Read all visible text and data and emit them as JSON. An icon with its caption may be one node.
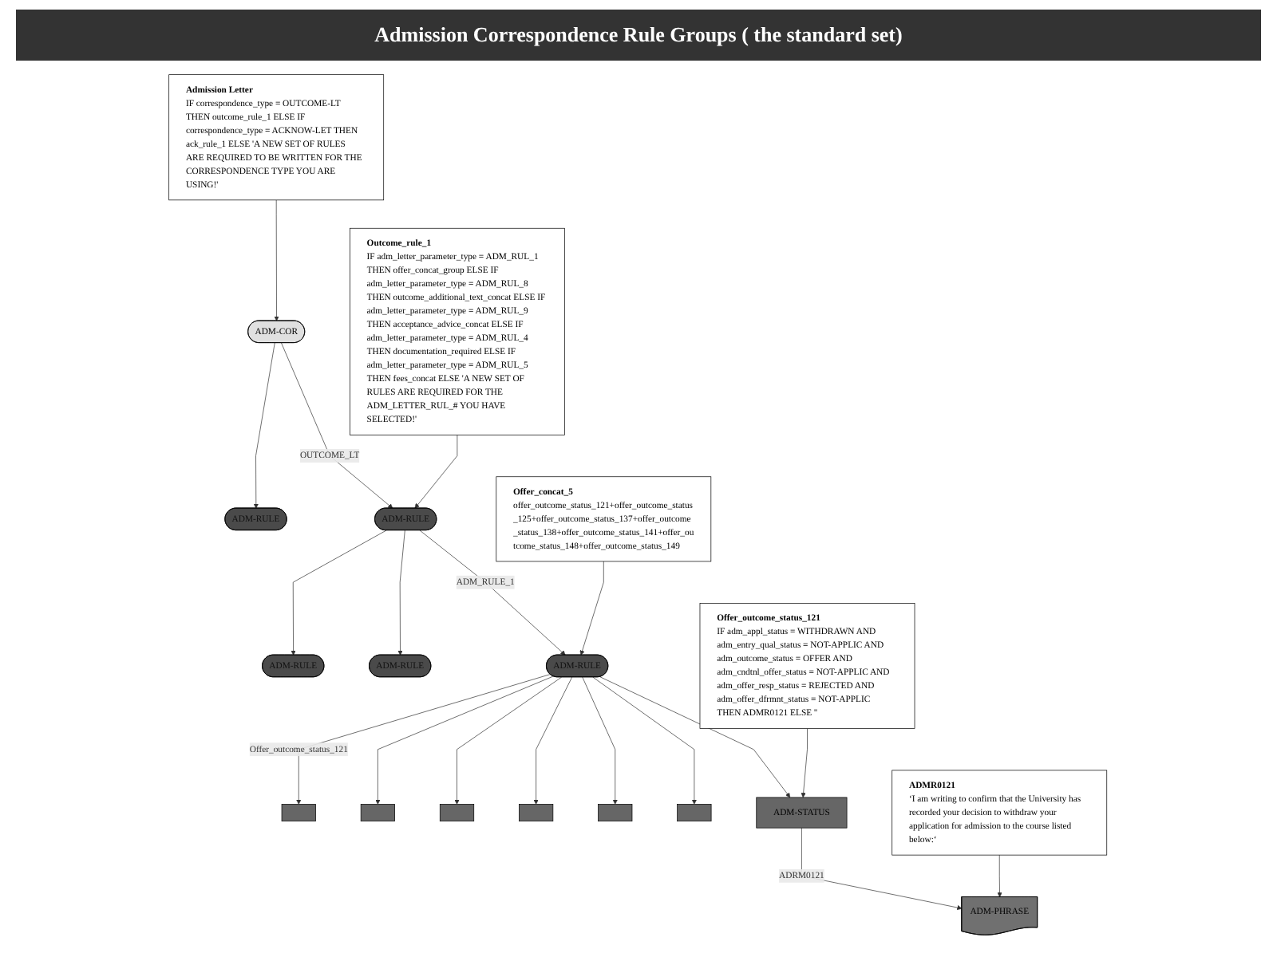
{
  "diagram": {
    "title": "Admission Correspondence Rule Groups ( the standard set)",
    "nodes": [
      {
        "text": [
          "Admission Letter",
          "IF correspondence_type = OUTCOME-LT THEN outcome_rule_1 ELSE IF correspondence_type = ACKNOW-LET THEN ack_rule_1 ELSE 'A NEW SET OF RULES ARE REQUIRED TO BE WRITTEN FOR THE CORRESPONDENCE TYPE YOU ARE USING!'"
        ]
      },
      {
        "text": [
          "ADM-COR"
        ]
      },
      {
        "text": [
          "Outcome_rule_1",
          "IF adm_letter_parameter_type = ADM_RUL_1 THEN offer_concat_group ELSE IF adm_letter_parameter_type = ADM_RUL_8 THEN outcome_additional_text_concat ELSE IF adm_letter_parameter_type = ADM_RUL_9 THEN acceptance_advice_concat ELSE IF adm_letter_parameter_type = ADM_RUL_4 THEN documentation_required ELSE IF adm_letter_parameter_type = ADM_RUL_5 THEN fees_concat ELSE 'A NEW SET OF RULES ARE REQUIRED FOR THE ADM_LETTER_RUL_# YOU HAVE SELECTED!'"
        ]
      },
      {
        "text": [
          "ADM-RULE"
        ]
      },
      {
        "text": [
          "ADM-RULE"
        ]
      },
      {
        "text": [
          "ADM-RULE"
        ]
      },
      {
        "text": [
          "ADM-RULE"
        ]
      },
      {
        "text": [
          "ADM-RULE"
        ]
      },
      {
        "text": [
          "Offer_concat_5",
          "offer_outcome_status_121+offer_outcome_status_125+offer_outcome_status_137+offer_outcome_status_138+offer_outcome_status_141+offer_outcome_status_148+offer_outcome_status_149"
        ]
      },
      {
        "text": [],
        "shape": "box"
      },
      {
        "text": [],
        "shape": "box"
      },
      {
        "text": [],
        "shape": "box"
      },
      {
        "text": [],
        "shape": "box"
      },
      {
        "text": [],
        "shape": "box"
      },
      {
        "text": [],
        "shape": "box"
      },
      {
        "text": [
          "ADM-STATUS"
        ]
      },
      {
        "text": [
          "Offer_outcome_status_121",
          "IF adm_appl_status = WITHDRAWN AND adm_entry_qual_status = NOT-APPLIC AND adm_outcome_status = OFFER AND adm_cndtnl_offer_status = NOT-APPLIC AND adm_offer_resp_status = REJECTED AND adm_offer_dfrmnt_status = NOT-APPLIC THEN ADMR0121 ELSE ''"
        ]
      },
      {
        "text": [
          "ADMR0121",
          "‘I am writing to confirm that the University has recorded your decision to withdraw your application for admission to the course listed below:‘"
        ]
      },
      {
        "text": [
          "ADM-PHRASE"
        ]
      }
    ],
    "edges": [
      {
        "from": 0,
        "to": 1,
        "arrow": "to"
      },
      {
        "from": 1,
        "to": 3,
        "arrow": "to",
        "label": "OUTCOME_LT"
      },
      {
        "from": 1,
        "to": 4,
        "arrow": "to"
      },
      {
        "from": 2,
        "to": 3,
        "arrow": "to"
      },
      {
        "from": 3,
        "to": 5,
        "arrow": "to"
      },
      {
        "from": 3,
        "to": 6,
        "arrow": "to"
      },
      {
        "from": 3,
        "to": 7,
        "arrow": "to",
        "label": "ADM_RULE_1"
      },
      {
        "from": 8,
        "to": 7,
        "arrow": "to"
      },
      {
        "from": 7,
        "to": 9,
        "arrow": "to",
        "label": "Offer_outcome_status_121"
      },
      {
        "from": 7,
        "to": 10,
        "arrow": "to"
      },
      {
        "from": 7,
        "to": 11,
        "arrow": "to"
      },
      {
        "from": 7,
        "to": 12,
        "arrow": "to"
      },
      {
        "from": 7,
        "to": 13,
        "arrow": "to"
      },
      {
        "from": 7,
        "to": 14,
        "arrow": "to"
      },
      {
        "from": 7,
        "to": 15,
        "arrow": "to"
      },
      {
        "from": 16,
        "to": 15,
        "arrow": "to"
      },
      {
        "from": 15,
        "to": 18,
        "arrow": "to",
        "label": "ADRM0121"
      },
      {
        "from": 17,
        "to": 18,
        "arrow": "to"
      }
    ]
  }
}
